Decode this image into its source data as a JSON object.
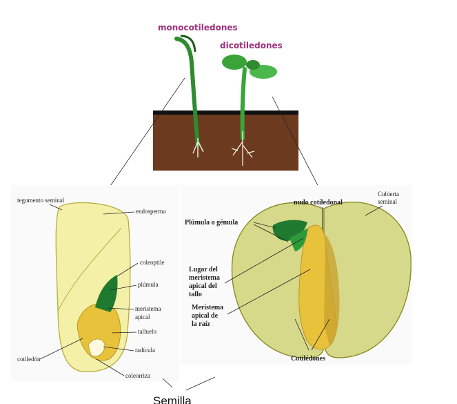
{
  "top": {
    "monocot_title": "monocotiledones",
    "dicot_title": "dicotiledones"
  },
  "monocot_seed": {
    "labels": {
      "tegumento": "tegumento seminal",
      "endosperma": "endosperma",
      "coleoptile": "coleoptile",
      "plumula": "plúmula",
      "meristema": "meristema",
      "apical": "apical",
      "talluelo": "talluelo",
      "radicula": "radícula",
      "cotiledon": "cotiledón",
      "coleorriza": "coleorriza"
    }
  },
  "dicot_seed": {
    "labels": {
      "nudo": "nudo cotiledonal",
      "cubierta1": "Cubierta",
      "cubierta2": "seminal",
      "plumula": "Plúmula o gémula",
      "lugar1": "Lugar del",
      "lugar2": "meristema",
      "lugar3": "apical del",
      "lugar4": "tallo",
      "raiz1": "Meristema",
      "raiz2": "apical de",
      "raiz3": "la raíz",
      "cotiledones": "Cotilédones"
    }
  },
  "caption": "Semilla",
  "colors": {
    "soil": "#6b3a1f",
    "soil_top": "#111111",
    "stem": "#2e8b2e",
    "seed_fill": "#d7d98a",
    "seed_edge": "#8a8a2a",
    "embryo": "#e8c23a",
    "plumule": "#1f7a2f",
    "title": "#a0307a"
  }
}
